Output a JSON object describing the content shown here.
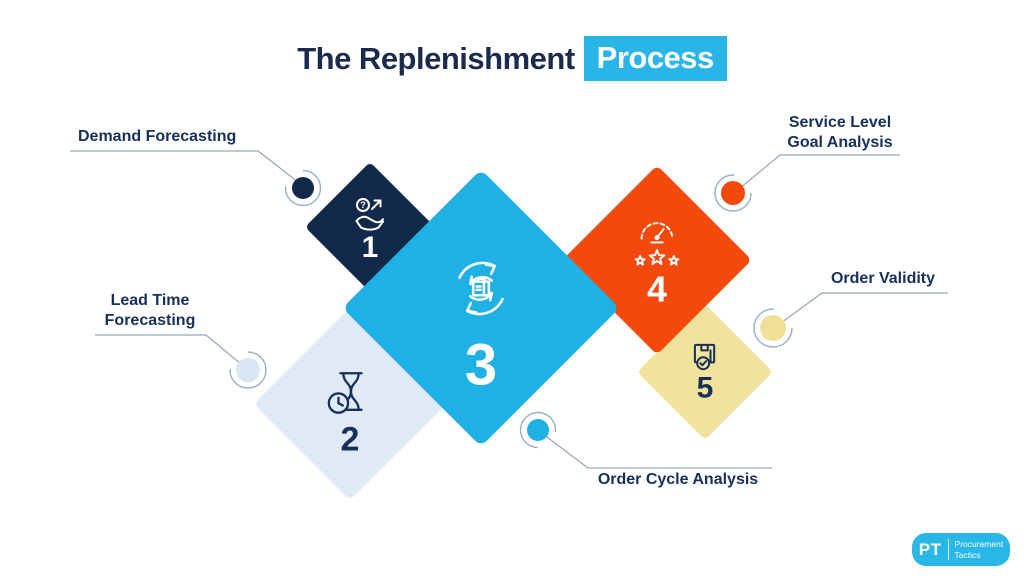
{
  "title": {
    "prefix": "The Replenishment",
    "highlight": "Process"
  },
  "steps": [
    {
      "number": "1",
      "label": "Demand Forecasting",
      "icon": "hand-question-growth-icon",
      "diamond_color": "#13294B",
      "number_color": "#FFFFFF"
    },
    {
      "number": "2",
      "label": "Lead Time Forecasting",
      "icon": "hourglass-clock-icon",
      "diamond_color": "#DFEAF5",
      "number_color": "#16305B"
    },
    {
      "number": "3",
      "label": "Order Cycle Analysis",
      "icon": "cycle-arrows-package-icon",
      "diamond_color": "#1FB0E6",
      "number_color": "#FFFFFF"
    },
    {
      "number": "4",
      "label": "Service Level Goal Analysis",
      "icon": "gauge-stars-icon",
      "diamond_color": "#F4490D",
      "number_color": "#FFFFFF"
    },
    {
      "number": "5",
      "label": "Order Validity",
      "icon": "package-check-icon",
      "diamond_color": "#F1E39B",
      "number_color": "#16305B"
    }
  ],
  "logo": {
    "monogram": "PT",
    "name_line1": "Procurement",
    "name_line2": "Tactics",
    "color": "#29B7E8"
  },
  "colors": {
    "background": "#FFFFFF",
    "title_navy": "#1B2B4E",
    "title_highlight_cyan": "#29B5E8",
    "label_navy": "#16305B",
    "connector_gray": "#9AA6B2",
    "ring_gray": "#9AAFC2"
  }
}
